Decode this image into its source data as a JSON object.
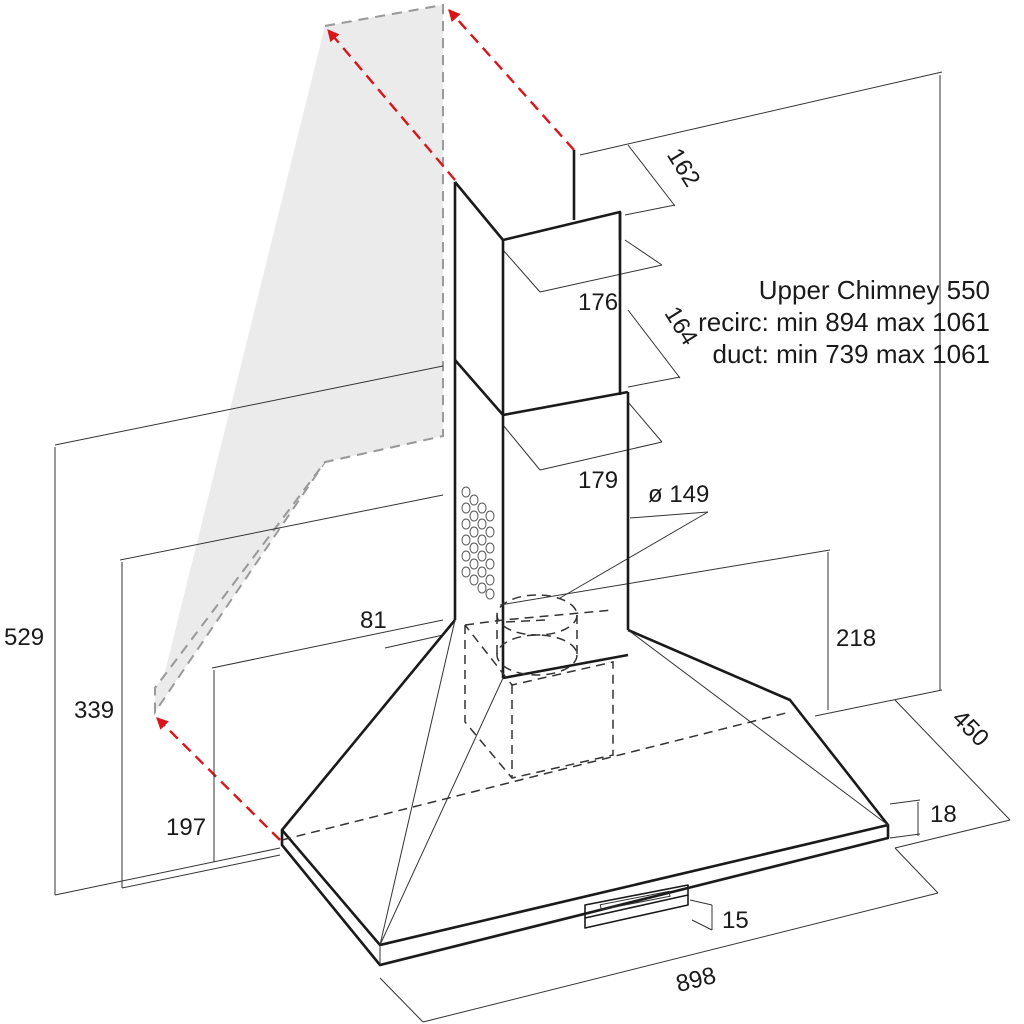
{
  "colors": {
    "line": "#1a1a1a",
    "ghost_fill": "#ebebeb",
    "ghost_stroke": "#9a9a9a",
    "accent_arrow": "#d9151b"
  },
  "dimensions": {
    "d162": "162",
    "d176": "176",
    "d164": "164",
    "d179": "179",
    "d149": "ø 149",
    "d81": "81",
    "d218": "218",
    "d529": "529",
    "d339": "339",
    "d197": "197",
    "d450": "450",
    "d18": "18",
    "d15": "15",
    "d898": "898"
  },
  "notes": {
    "line1": "Upper Chimney 550",
    "line2": "recirc: min 894 max 1061",
    "line3": "duct: min 739 max 1061"
  }
}
